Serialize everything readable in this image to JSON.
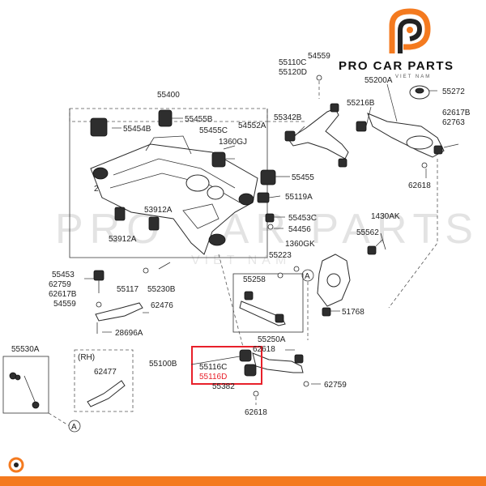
{
  "brand": {
    "name": "PRO CAR PARTS",
    "sub": "VIET NAM",
    "watermark": "PRO CAR PARTS",
    "watermark_sub": "VIET NAM",
    "orange": "#f47a1f",
    "dark": "#222222"
  },
  "labels": {
    "l55400": "55400",
    "l55455B": "55455B",
    "l55454B": "55454B",
    "l55455C": "55455C",
    "l54552A": "54552A",
    "l1360GJ": "1360GJ",
    "l55455": "55455",
    "l55119A": "55119A",
    "l53912A_1": "53912A",
    "l53912A_2": "53912A",
    "l55453C": "55453C",
    "l54456": "54456",
    "l54559_top": "54559",
    "l55110C": "55110C",
    "l55120D": "55120D",
    "l55342B": "55342B",
    "l55216B": "55216B",
    "l55200A": "55200A",
    "l55272": "55272",
    "l62617B_top": "62617B",
    "l62763": "62763",
    "l62618_top": "62618",
    "l1430AK": "1430AK",
    "l55562": "55562",
    "l1360GK": "1360GK",
    "l55223": "55223",
    "l51768": "51768",
    "l55453": "55453",
    "l62759_left": "62759",
    "l62617B_left": "62617B",
    "l54559_left": "54559",
    "l55117": "55117",
    "l55230B": "55230B",
    "l62476": "62476",
    "l28696A": "28696A",
    "l55258": "55258",
    "l55250A": "55250A",
    "l62618_mid": "62618",
    "l55100B": "55100B",
    "l55116C": "55116C",
    "l55116D": "55116D",
    "l55382": "55382",
    "l62759_right": "62759",
    "l62618_bottom": "62618",
    "l55530A": "55530A",
    "lRH": "(RH)",
    "l62477": "62477",
    "refA_1": "A",
    "refA_2": "A"
  },
  "highlight": {
    "color": "#e8202a",
    "red_label_color": "#e8202a"
  }
}
